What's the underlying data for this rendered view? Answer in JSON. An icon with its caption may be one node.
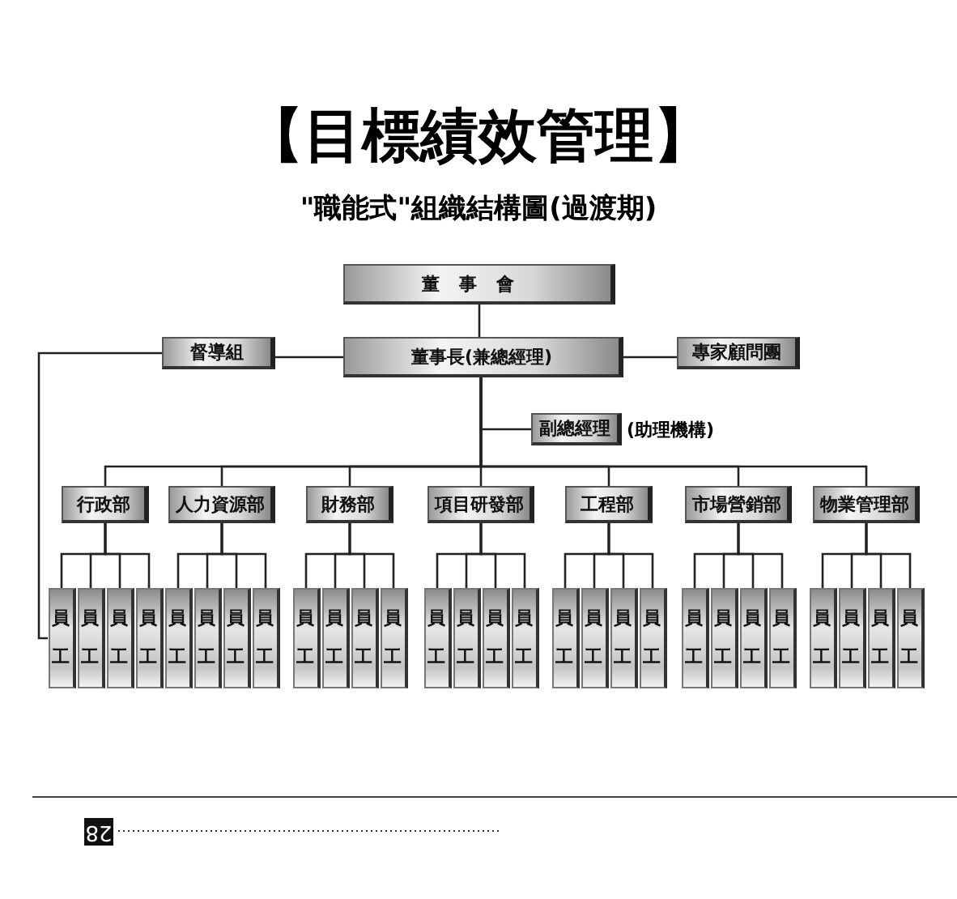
{
  "diagram": {
    "title": "【目標績效管理】",
    "nodes": [
      {
        "text": [
          "董事會"
        ]
      },
      {
        "text": [
          "督導組"
        ]
      },
      {
        "text": [
          "董事長(兼總經理)"
        ]
      },
      {
        "text": [
          "專家顧問團"
        ]
      },
      {
        "text": [
          "副總經理"
        ],
        "beside": [
          "(助理機構)"
        ]
      },
      {
        "text": [
          "行政部"
        ]
      },
      {
        "text": [
          "人力資源部"
        ]
      },
      {
        "text": [
          "財務部"
        ]
      },
      {
        "text": [
          "項目研發部"
        ]
      },
      {
        "text": [
          "工程部"
        ]
      },
      {
        "text": [
          "市場營銷部"
        ]
      },
      {
        "text": [
          "物業管理部"
        ]
      },
      {
        "text": [
          "員工"
        ]
      },
      {
        "text": [
          "員工"
        ]
      },
      {
        "text": [
          "員工"
        ]
      },
      {
        "text": [
          "員工"
        ]
      },
      {
        "text": [
          "員工"
        ]
      },
      {
        "text": [
          "員工"
        ]
      },
      {
        "text": [
          "員工"
        ]
      },
      {
        "text": [
          "員工"
        ]
      },
      {
        "text": [
          "員工"
        ]
      },
      {
        "text": [
          "員工"
        ]
      },
      {
        "text": [
          "員工"
        ]
      },
      {
        "text": [
          "員工"
        ]
      },
      {
        "text": [
          "員工"
        ]
      },
      {
        "text": [
          "員工"
        ]
      },
      {
        "text": [
          "員工"
        ]
      },
      {
        "text": [
          "員工"
        ]
      },
      {
        "text": [
          "員工"
        ]
      },
      {
        "text": [
          "員工"
        ]
      },
      {
        "text": [
          "員工"
        ]
      },
      {
        "text": [
          "員工"
        ]
      },
      {
        "text": [
          "員工"
        ]
      },
      {
        "text": [
          "員工"
        ]
      },
      {
        "text": [
          "員工"
        ]
      },
      {
        "text": [
          "員工"
        ]
      },
      {
        "text": [
          "員工"
        ]
      },
      {
        "text": [
          "員工"
        ]
      },
      {
        "text": [
          "員工"
        ]
      },
      {
        "text": [
          "員工"
        ]
      }
    ],
    "edges": [
      {
        "from": 0,
        "to": 2,
        "arrow": "none"
      },
      {
        "from": 2,
        "to": 1,
        "arrow": "none"
      },
      {
        "from": 2,
        "to": 3,
        "arrow": "none"
      },
      {
        "from": 2,
        "to": 4,
        "arrow": "none"
      },
      {
        "from": 2,
        "to": 5,
        "arrow": "none"
      },
      {
        "from": 2,
        "to": 6,
        "arrow": "none"
      },
      {
        "from": 2,
        "to": 7,
        "arrow": "none"
      },
      {
        "from": 2,
        "to": 8,
        "arrow": "none"
      },
      {
        "from": 2,
        "to": 9,
        "arrow": "none"
      },
      {
        "from": 2,
        "to": 10,
        "arrow": "none"
      },
      {
        "from": 2,
        "to": 11,
        "arrow": "none"
      },
      {
        "from": 5,
        "to": 12,
        "arrow": "none"
      },
      {
        "from": 5,
        "to": 13,
        "arrow": "none"
      },
      {
        "from": 5,
        "to": 14,
        "arrow": "none"
      },
      {
        "from": 5,
        "to": 15,
        "arrow": "none"
      },
      {
        "from": 6,
        "to": 16,
        "arrow": "none"
      },
      {
        "from": 6,
        "to": 17,
        "arrow": "none"
      },
      {
        "from": 6,
        "to": 18,
        "arrow": "none"
      },
      {
        "from": 6,
        "to": 19,
        "arrow": "none"
      },
      {
        "from": 7,
        "to": 20,
        "arrow": "none"
      },
      {
        "from": 7,
        "to": 21,
        "arrow": "none"
      },
      {
        "from": 7,
        "to": 22,
        "arrow": "none"
      },
      {
        "from": 7,
        "to": 23,
        "arrow": "none"
      },
      {
        "from": 8,
        "to": 24,
        "arrow": "none"
      },
      {
        "from": 8,
        "to": 25,
        "arrow": "none"
      },
      {
        "from": 8,
        "to": 26,
        "arrow": "none"
      },
      {
        "from": 8,
        "to": 27,
        "arrow": "none"
      },
      {
        "from": 9,
        "to": 28,
        "arrow": "none"
      },
      {
        "from": 9,
        "to": 29,
        "arrow": "none"
      },
      {
        "from": 9,
        "to": 30,
        "arrow": "none"
      },
      {
        "from": 9,
        "to": 31,
        "arrow": "none"
      },
      {
        "from": 10,
        "to": 32,
        "arrow": "none"
      },
      {
        "from": 10,
        "to": 33,
        "arrow": "none"
      },
      {
        "from": 10,
        "to": 34,
        "arrow": "none"
      },
      {
        "from": 10,
        "to": 35,
        "arrow": "none"
      },
      {
        "from": 11,
        "to": 36,
        "arrow": "none"
      },
      {
        "from": 11,
        "to": 37,
        "arrow": "none"
      },
      {
        "from": 11,
        "to": 38,
        "arrow": "none"
      },
      {
        "from": 11,
        "to": 39,
        "arrow": "none"
      },
      {
        "from": 1,
        "to": 12,
        "arrow": "none"
      }
    ],
    "labels": [
      "\"職能式\"組織結構圖(過渡期)",
      "28"
    ]
  }
}
